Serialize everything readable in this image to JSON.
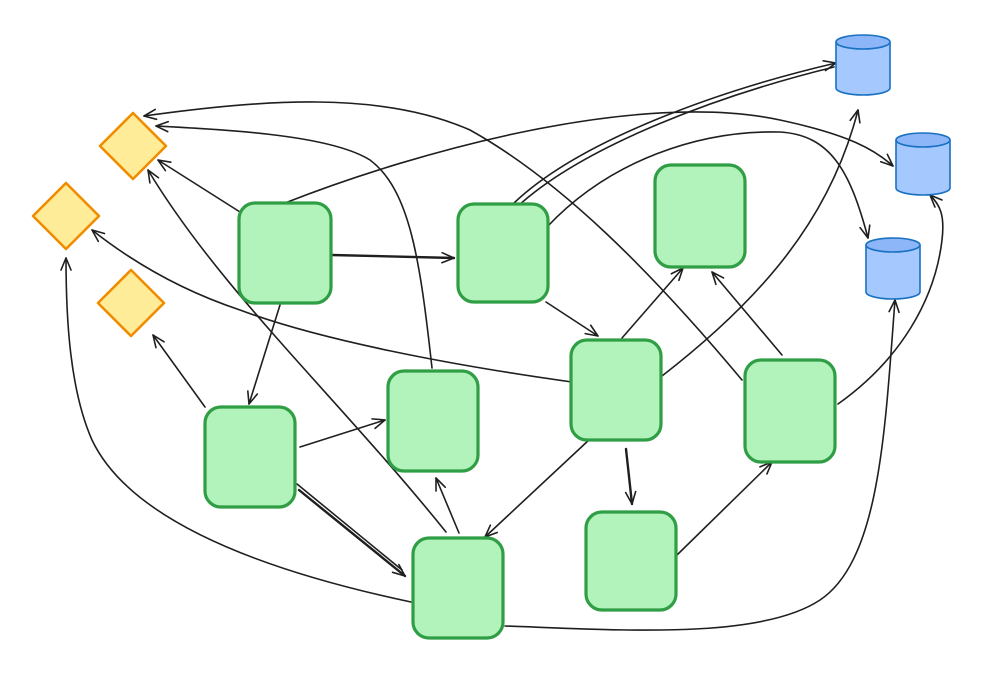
{
  "colors": {
    "process_fill": "#b2f2bb",
    "process_stroke": "#2f9e44",
    "decision_fill": "#ffec99",
    "decision_stroke": "#f08c00",
    "store_fill": "#a5c8ff",
    "store_stroke": "#1971c2",
    "edge": "#1f1f1f"
  },
  "diagram": {
    "node_kinds": {
      "process": "rounded-square",
      "decision": "diamond",
      "store": "cylinder"
    },
    "labels": []
  }
}
